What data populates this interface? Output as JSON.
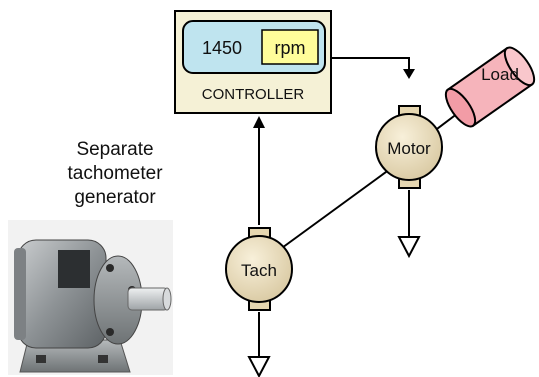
{
  "controller": {
    "label": "CONTROLLER",
    "display_value": "1450",
    "display_unit": "rpm"
  },
  "components": {
    "motor_label": "Motor",
    "tach_label": "Tach",
    "load_label": "Load"
  },
  "caption": {
    "lines": [
      "Separate",
      "tachometer",
      "generator"
    ]
  },
  "colors": {
    "controller_body": "#f5f1d6",
    "display_panel": "#bfe4ef",
    "unit_box": "#fffd9a",
    "machine_body": "#efe3c4",
    "load_body": "#f6b4bb",
    "line": "#000000"
  }
}
